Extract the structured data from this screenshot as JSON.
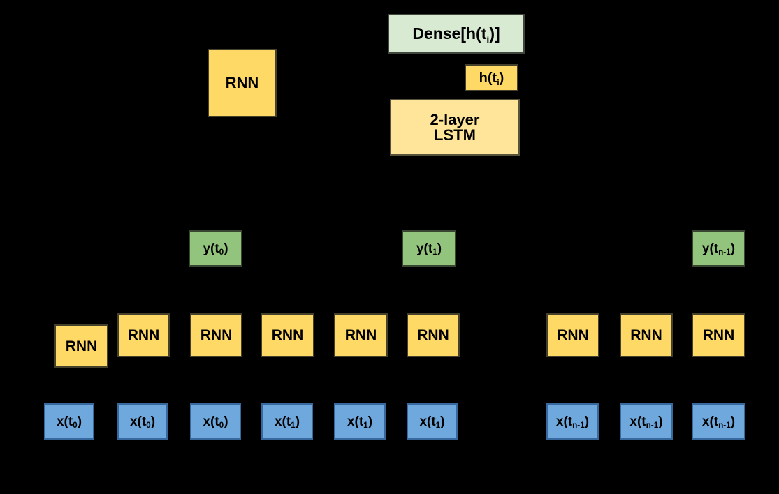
{
  "diagram": {
    "background_color": "#000000",
    "colors": {
      "rnn_fill": "#FFD966",
      "lstm_fill": "#FFE599",
      "dense_fill": "#D9EAD3",
      "output_fill": "#93C47D",
      "input_fill": "#6FA8DC",
      "text": "#000000"
    },
    "rnn_large": {
      "label": "RNN"
    },
    "dense": {
      "prefix": "Dense[h(t",
      "sub": "i",
      "suffix": ")]"
    },
    "hidden": {
      "prefix": "h(t",
      "sub": "i",
      "suffix": ")"
    },
    "lstm": {
      "line1": "2-layer",
      "line2": "LSTM"
    },
    "outputs": [
      {
        "prefix": "y(t",
        "sub": "0",
        "suffix": ")"
      },
      {
        "prefix": "y(t",
        "sub": "1",
        "suffix": ")"
      },
      {
        "prefix": "y(t",
        "sub": "n-1",
        "suffix": ")"
      }
    ],
    "rnn_cells": [
      {
        "label": "RNN"
      },
      {
        "label": "RNN"
      },
      {
        "label": "RNN"
      },
      {
        "label": "RNN"
      },
      {
        "label": "RNN"
      },
      {
        "label": "RNN"
      },
      {
        "label": "RNN"
      },
      {
        "label": "RNN"
      },
      {
        "label": "RNN"
      }
    ],
    "inputs": [
      {
        "prefix": "x(t",
        "sub": "0",
        "suffix": ")"
      },
      {
        "prefix": "x(t",
        "sub": "0",
        "suffix": ")"
      },
      {
        "prefix": "x(t",
        "sub": "0",
        "suffix": ")"
      },
      {
        "prefix": "x(t",
        "sub": "1",
        "suffix": ")"
      },
      {
        "prefix": "x(t",
        "sub": "1",
        "suffix": ")"
      },
      {
        "prefix": "x(t",
        "sub": "1",
        "suffix": ")"
      },
      {
        "prefix": "x(t",
        "sub": "n-1",
        "suffix": ")"
      },
      {
        "prefix": "x(t",
        "sub": "n-1",
        "suffix": ")"
      },
      {
        "prefix": "x(t",
        "sub": "n-1",
        "suffix": ")"
      }
    ]
  }
}
